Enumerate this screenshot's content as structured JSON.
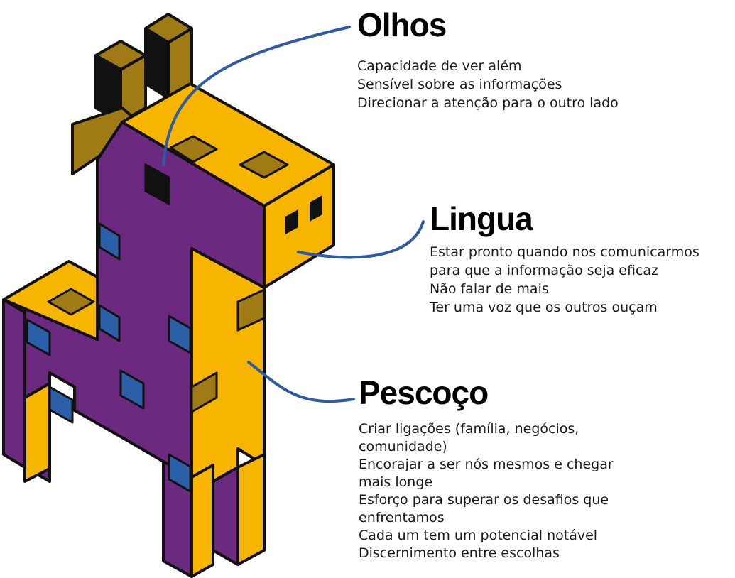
{
  "sections": [
    {
      "key": "olhos",
      "title": "Olhos",
      "lines": [
        "Capacidade de ver além",
        "Sensível sobre as informações",
        "Direcionar a atenção para o outro lado"
      ]
    },
    {
      "key": "lingua",
      "title": "Lingua",
      "lines": [
        "Estar pronto quando nos comunicarmos",
        "para que a informação seja eficaz",
        "Não falar de mais",
        "Ter uma voz que os outros ouçam"
      ]
    },
    {
      "key": "pescoco",
      "title": "Pescoço",
      "lines": [
        "Criar ligações (família, negócios,",
        "comunidade)",
        "Encorajar a ser nós mesmos e chegar",
        "mais longe",
        "Esforço para superar os desafios que",
        "enfrentamos",
        "Cada um tem um potencial notável",
        "Discernimento entre escolhas"
      ]
    }
  ],
  "colors": {
    "purple": "#6b2a80",
    "yellow": "#f7b500",
    "olive": "#a07a14",
    "blue": "#2b5fa8",
    "black": "#111111",
    "connector": "#2e5aa6"
  }
}
